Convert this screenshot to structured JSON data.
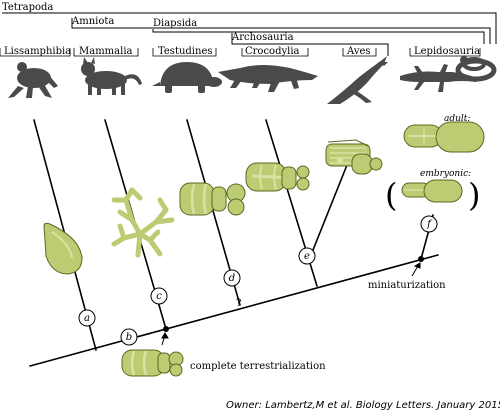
{
  "clades": {
    "tetrapoda": "Tetrapoda",
    "amniota": "Amniota",
    "diapsida": "Diapsida",
    "archosauria": "Archosauria"
  },
  "taxa": [
    "Lissamphibia",
    "Mammalia",
    "Testudines",
    "Crocodylia",
    "Aves",
    "Lepidosauria"
  ],
  "nodes": [
    "a",
    "b",
    "c",
    "d",
    "e",
    "f"
  ],
  "annotations": {
    "uncertain_mark": "?",
    "miniaturization": "miniaturization",
    "complete_terrestrialization": "complete terrestrialization",
    "adult": "adult:",
    "embryonic": "embryonic:"
  },
  "credit": "Owner: Lambertz,M et al. Biology Letters. January 2015",
  "colors": {
    "lung_fill": "#bccc73",
    "lung_light": "#d7e2a4",
    "lung_stroke": "#5a6a22",
    "silhouette": "#4a4a4a",
    "line": "#000000"
  }
}
